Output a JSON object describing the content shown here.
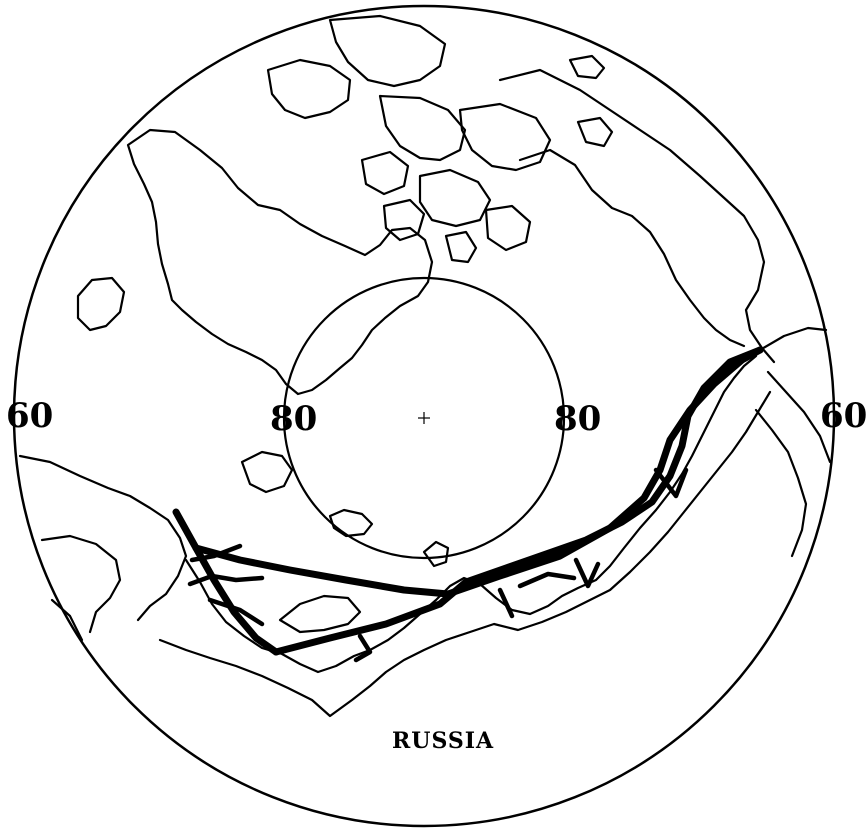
{
  "map": {
    "labels": {
      "lat_outer_left": "60",
      "lat_outer_right": "60",
      "lat_inner_left": "80",
      "lat_inner_right": "80",
      "country": "RUSSIA"
    },
    "colors": {
      "background": "#ffffff",
      "ink": "#000000"
    }
  }
}
